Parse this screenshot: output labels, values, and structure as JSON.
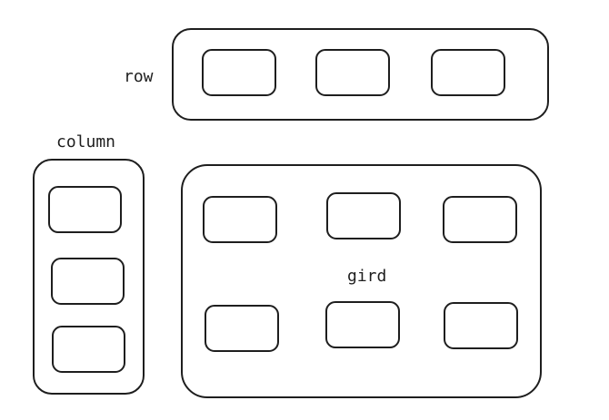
{
  "labels": {
    "row": "row",
    "column": "column",
    "grid": "gird"
  },
  "colors": {
    "stroke": "#1e1e1e",
    "background": "#ffffff"
  },
  "containers": {
    "row": {
      "item_count": 3
    },
    "column": {
      "item_count": 3
    },
    "grid": {
      "item_count": 6,
      "rows": 2,
      "columns": 3
    }
  }
}
